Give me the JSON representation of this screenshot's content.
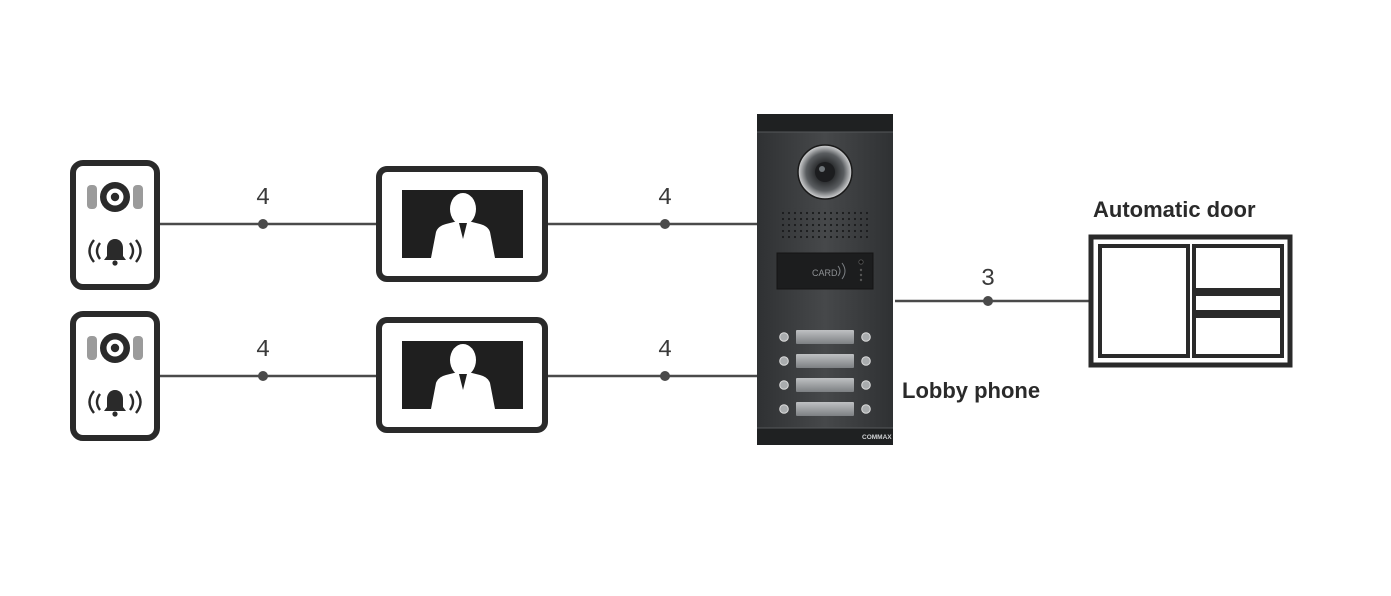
{
  "labels": {
    "automatic_door": "Automatic door",
    "lobby_phone": "Lobby phone"
  },
  "wires": {
    "door_station_1_to_monitor_1": "4",
    "monitor_1_to_lobby_phone": "4",
    "door_station_2_to_monitor_2": "4",
    "monitor_2_to_lobby_phone": "4",
    "lobby_phone_to_automatic_door": "3"
  },
  "lobby_panel": {
    "card_text": "CARD",
    "brand": "COMMAX"
  },
  "colors": {
    "line": "#4a4a4a",
    "panel": "#3d3f41",
    "panel_dark": "#26282a"
  }
}
